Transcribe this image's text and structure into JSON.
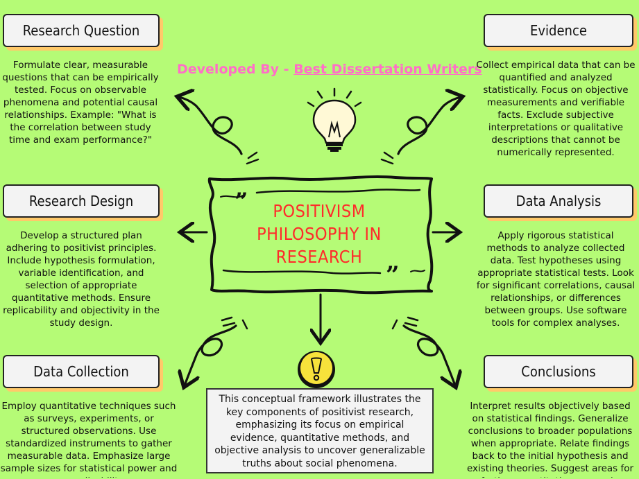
{
  "credit": {
    "prefix": "Developed By - ",
    "link_text": "Best Dissertation Writers"
  },
  "center_title": {
    "line1": "POSITIVISM",
    "line2": "PHILOSOPHY IN",
    "line3": "RESEARCH"
  },
  "nodes": {
    "research_question": {
      "label": "Research Question",
      "text": "Formulate clear, measurable questions that can be empirically tested. Focus on observable phenomena and potential causal relationships. Example: \"What is the correlation between study time and exam performance?\""
    },
    "research_design": {
      "label": "Research Design",
      "text": "Develop a structured plan adhering to positivist principles. Include hypothesis formulation, variable identification, and selection of appropriate quantitative methods. Ensure replicability and objectivity in the study design."
    },
    "data_collection": {
      "label": "Data Collection",
      "text": "Employ quantitative techniques such as surveys, experiments, or structured observations. Use standardized instruments to gather measurable data. Emphasize large sample sizes for statistical power and generalizability."
    },
    "evidence": {
      "label": "Evidence",
      "text": "Collect empirical data that can be quantified and analyzed statistically. Focus on objective measurements and verifiable facts. Exclude subjective interpretations or qualitative descriptions that cannot be numerically represented."
    },
    "data_analysis": {
      "label": "Data Analysis",
      "text": "Apply rigorous statistical methods to analyze collected data. Test hypotheses using appropriate statistical tests. Look for significant correlations, causal relationships, or differences between groups. Use software tools for complex analyses."
    },
    "conclusions": {
      "label": "Conclusions",
      "text": "Interpret results objectively based on statistical findings. Generalize conclusions to broader populations when appropriate. Relate findings back to the initial hypothesis and existing theories. Suggest areas for further quantitative research."
    }
  },
  "summary": {
    "text": "This conceptual framework illustrates the key components of positivist research, emphasizing its focus on empirical evidence, quantitative methods, and objective analysis to uncover generalizable truths about social phenomena."
  },
  "colors": {
    "background": "#b5fb76",
    "title": "#ff2a2a",
    "credit": "#ff6ec7",
    "box_shadow": "#ffc96a",
    "bulb": "#f7e23b"
  },
  "icons": {
    "lightbulb": "lightbulb-icon",
    "warning": "exclamation-bubble-icon"
  }
}
